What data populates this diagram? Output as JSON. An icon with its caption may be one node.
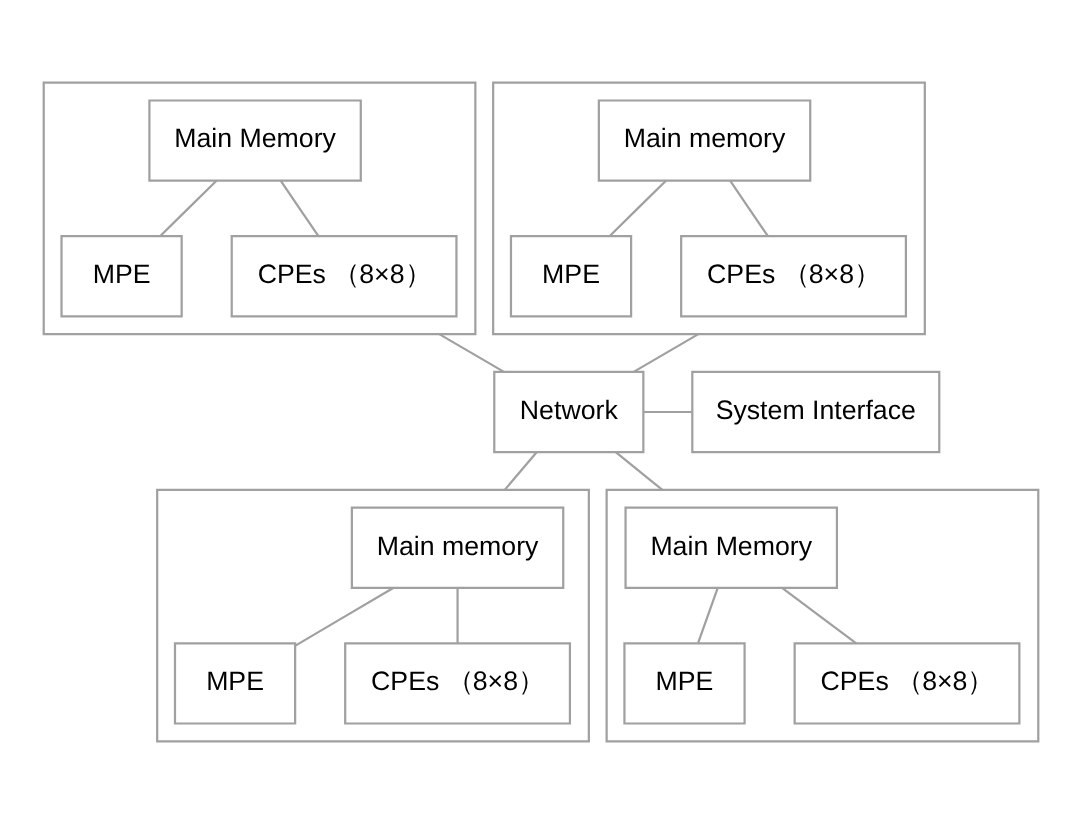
{
  "diagram": {
    "nodes": [
      {
        "text": [],
        "shape": "box"
      },
      {
        "text": [
          "Main Memory"
        ],
        "in": 0
      },
      {
        "text": [
          "MPE"
        ],
        "in": 0
      },
      {
        "text": [
          "CPEs （8×8）"
        ],
        "in": 0
      },
      {
        "text": [],
        "shape": "box"
      },
      {
        "text": [
          "Main memory"
        ],
        "in": 4
      },
      {
        "text": [
          "MPE"
        ],
        "in": 4
      },
      {
        "text": [
          "CPEs （8×8）"
        ],
        "in": 4
      },
      {
        "text": [
          "Network"
        ]
      },
      {
        "text": [
          "System Interface"
        ]
      },
      {
        "text": [],
        "shape": "box"
      },
      {
        "text": [
          "Main memory"
        ],
        "in": 10
      },
      {
        "text": [
          "MPE"
        ],
        "in": 10
      },
      {
        "text": [
          "CPEs （8×8）"
        ],
        "in": 10
      },
      {
        "text": [],
        "shape": "box"
      },
      {
        "text": [
          "Main Memory"
        ],
        "in": 14
      },
      {
        "text": [
          "MPE"
        ],
        "in": 14
      },
      {
        "text": [
          "CPEs （8×8）"
        ],
        "in": 14
      }
    ],
    "edges": [
      {
        "from": 1,
        "to": 2,
        "arrow": "none"
      },
      {
        "from": 1,
        "to": 3,
        "arrow": "none"
      },
      {
        "from": 5,
        "to": 6,
        "arrow": "none"
      },
      {
        "from": 5,
        "to": 7,
        "arrow": "none"
      },
      {
        "from": 0,
        "to": 8,
        "arrow": "none"
      },
      {
        "from": 4,
        "to": 8,
        "arrow": "none"
      },
      {
        "from": 8,
        "to": 9,
        "arrow": "none"
      },
      {
        "from": 8,
        "to": 10,
        "arrow": "none"
      },
      {
        "from": 8,
        "to": 14,
        "arrow": "none"
      },
      {
        "from": 11,
        "to": 12,
        "arrow": "none"
      },
      {
        "from": 11,
        "to": 13,
        "arrow": "none"
      },
      {
        "from": 15,
        "to": 16,
        "arrow": "none"
      },
      {
        "from": 15,
        "to": 17,
        "arrow": "none"
      }
    ]
  }
}
